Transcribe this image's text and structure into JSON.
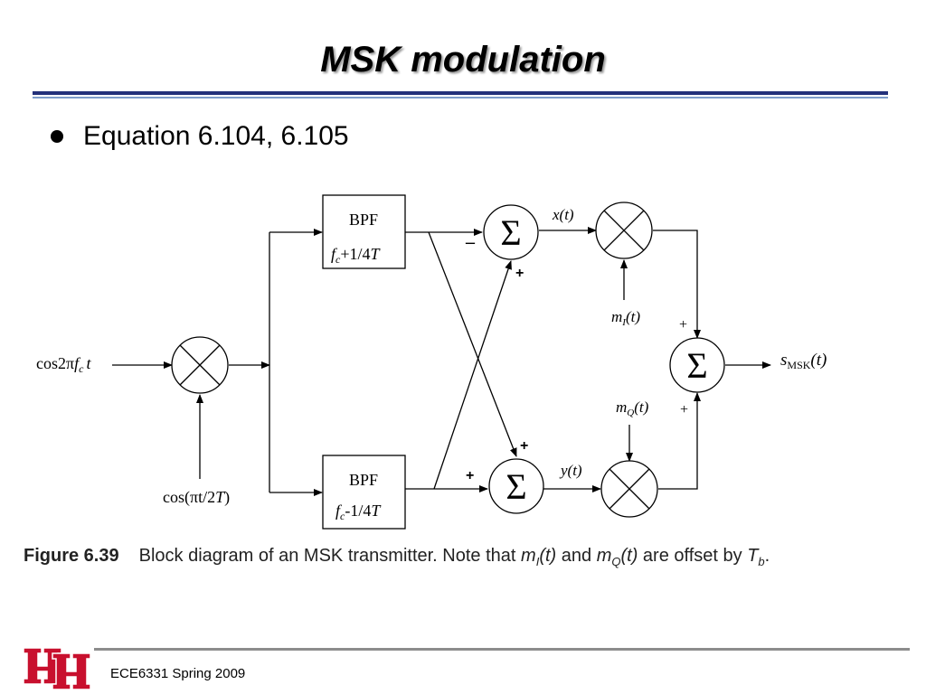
{
  "title": "MSK modulation",
  "bullet": "Equation 6.104, 6.105",
  "diagram": {
    "bpf_label": "BPF",
    "bpf_top_freq": {
      "f": "f",
      "sub": "c",
      "rest": "+1/4",
      "T": "T"
    },
    "bpf_bottom_freq": {
      "f": "f",
      "sub": "c",
      "rest": "-1/4",
      "T": "T"
    },
    "sigma": "Σ",
    "input_carrier": {
      "pre": "cos2π",
      "f": "f",
      "sub": "c",
      "t": "t"
    },
    "input_cos": {
      "pre": "cos(πt/2",
      "T": "T",
      "post": ")"
    },
    "x_t": "x(t)",
    "y_t": "y(t)",
    "m_i": {
      "m": "m",
      "sub": "I",
      "rest": "(t)"
    },
    "m_q": {
      "m": "m",
      "sub": "Q",
      "rest": "(t)"
    },
    "output": {
      "s": "s",
      "sub": "MSK",
      "rest": "(t)"
    },
    "minus": "–",
    "plus": "+"
  },
  "caption": {
    "label": "Figure 6.39",
    "text_1": "Block diagram of an MSK transmitter. Note that ",
    "mi": "m",
    "mi_sub": "I",
    "mi_rest": "(t)",
    "text_2": " and ",
    "mq": "m",
    "mq_sub": "Q",
    "mq_rest": "(t)",
    "text_3": " are offset by ",
    "tb": "T",
    "tb_sub": "b",
    "text_4": "."
  },
  "footer": "ECE6331 Spring 2009",
  "colors": {
    "title_rule": "#23307a",
    "title_rule_thin": "#7d9ccb",
    "logo_red": "#c8102e",
    "footer_rule": "#8c8c8c"
  }
}
